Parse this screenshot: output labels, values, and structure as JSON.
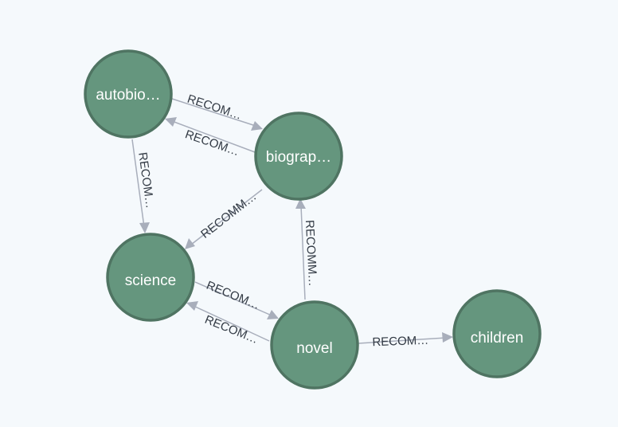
{
  "graph": {
    "colors": {
      "node_fill": "#65967e",
      "node_stroke": "#4f7462",
      "edge": "#a8aebb",
      "edge_text": "#333b45",
      "background": "#f5f9fc"
    },
    "nodes": [
      {
        "id": "autobiography",
        "label": "autobio…"
      },
      {
        "id": "biography",
        "label": "biograp…"
      },
      {
        "id": "science",
        "label": "science"
      },
      {
        "id": "novel",
        "label": "novel"
      },
      {
        "id": "children",
        "label": "children"
      }
    ],
    "edges": [
      {
        "from": "autobiography",
        "to": "biography",
        "label": "RECOM…"
      },
      {
        "from": "biography",
        "to": "autobiography",
        "label": "RECOM…"
      },
      {
        "from": "autobiography",
        "to": "science",
        "label": "RECOM…"
      },
      {
        "from": "biography",
        "to": "science",
        "label": "RECOMM…"
      },
      {
        "from": "novel",
        "to": "biography",
        "label": "RECOMM…"
      },
      {
        "from": "science",
        "to": "novel",
        "label": "RECOM…"
      },
      {
        "from": "novel",
        "to": "science",
        "label": "RECOM…"
      },
      {
        "from": "novel",
        "to": "children",
        "label": "RECOM…"
      }
    ]
  }
}
